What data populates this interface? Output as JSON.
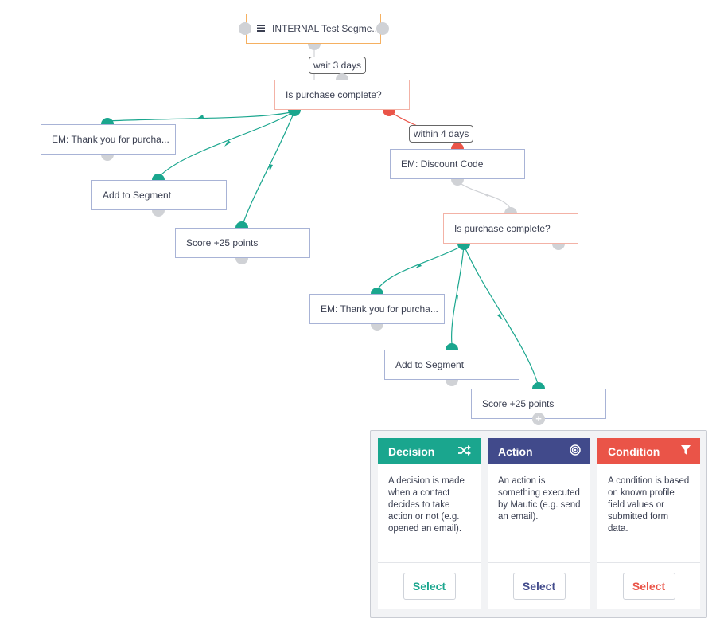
{
  "colors": {
    "decision": "#1aa68e",
    "action": "#414a8b",
    "condition": "#ea5448",
    "node_border": "#a8b3d6",
    "decision_border": "#f3b2a6",
    "source_border": "#f5b061",
    "anchor_grey": "#d0d2d6"
  },
  "flow": {
    "source": {
      "label": "INTERNAL Test Segme...",
      "icon": "list-icon"
    },
    "connector_wait": "wait 3 days",
    "decision_1": "Is purchase complete?",
    "connector_within": "within 4 days",
    "yes_branch": {
      "email": "EM: Thank you for purcha...",
      "segment": "Add to Segment",
      "score": "Score +25 points"
    },
    "no_branch": {
      "email": "EM: Discount Code",
      "decision_2": "Is purchase complete?",
      "email_2": "EM: Thank you for purcha...",
      "segment_2": "Add to Segment",
      "score_2": "Score +25 points"
    }
  },
  "picker": {
    "decision": {
      "title": "Decision",
      "icon": "shuffle-icon",
      "description": "A decision is made when a contact decides to take action or not (e.g. opened an email).",
      "button": "Select"
    },
    "action": {
      "title": "Action",
      "icon": "target-icon",
      "description": "An action is something executed by Mautic (e.g. send an email).",
      "button": "Select"
    },
    "condition": {
      "title": "Condition",
      "icon": "filter-icon",
      "description": "A condition is based on known profile field values or submitted form data.",
      "button": "Select"
    }
  }
}
